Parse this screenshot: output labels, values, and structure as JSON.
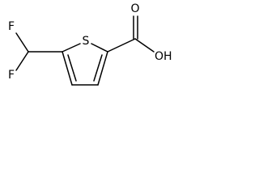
{
  "molecule": {
    "atoms": {
      "sulfur": "S",
      "fluorine_top": "F",
      "fluorine_bottom": "F",
      "carbonyl_oxygen": "O",
      "hydroxyl": "OH"
    }
  }
}
